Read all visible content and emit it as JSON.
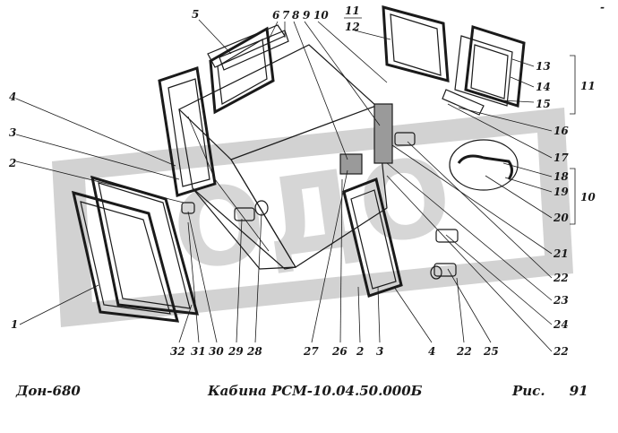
{
  "footer": {
    "left": "Дон-680",
    "center": "Кабина РСМ-10.04.50.000Б",
    "fig_label": "Рис.",
    "fig_number": "91"
  },
  "watermark_text": "ОДО",
  "corner_mark": "-",
  "labels": {
    "l5": "5",
    "l6": "6",
    "l7": "7",
    "l8": "8",
    "l9": "9",
    "l10": "10",
    "l11": "11",
    "l12": "12",
    "l4": "4",
    "l3": "3",
    "l2": "2",
    "l13": "13",
    "l14": "14",
    "l15": "15",
    "g11": "11",
    "l16": "16",
    "l17": "17",
    "l18": "18",
    "l19": "19",
    "l20": "20",
    "g10": "10",
    "l21": "21",
    "l22a": "22",
    "l23": "23",
    "l24": "24",
    "l22b": "22",
    "l1": "1",
    "b32": "32",
    "b31": "31",
    "b30": "30",
    "b29": "29",
    "b28": "28",
    "b27": "27",
    "b26": "26",
    "b2": "2",
    "b3": "3",
    "b4": "4",
    "b22": "22",
    "b25": "25"
  }
}
